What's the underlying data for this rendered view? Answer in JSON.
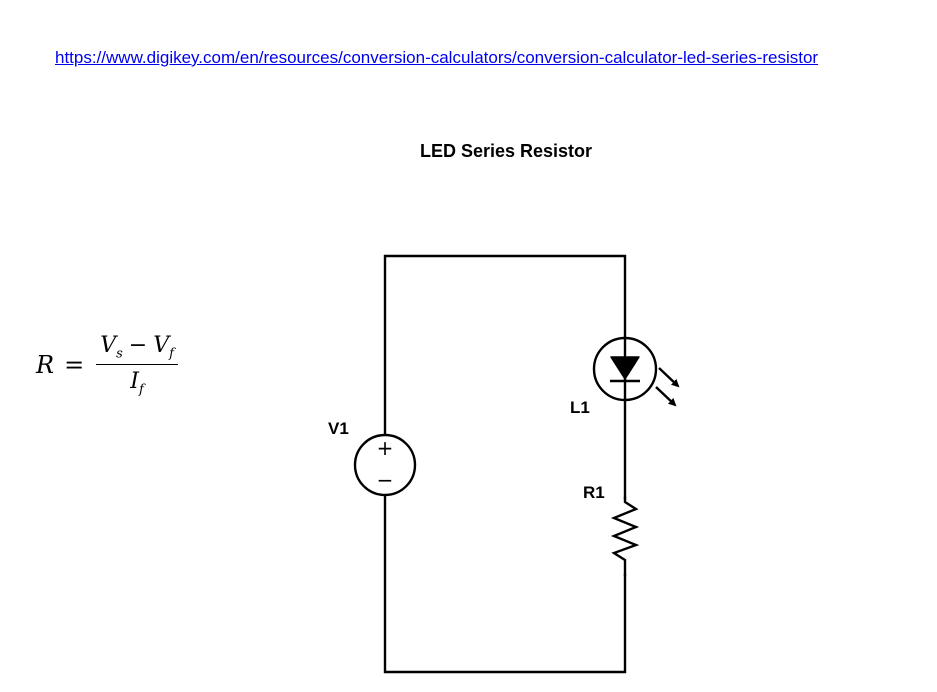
{
  "link": {
    "url_text": "https://www.digikey.com/en/resources/conversion-calculators/conversion-calculator-led-series-resistor"
  },
  "diagram": {
    "title": "LED Series Resistor"
  },
  "formula": {
    "lhs": "R",
    "equals": "=",
    "num_a": "V",
    "num_a_sub": "s",
    "minus": "−",
    "num_b": "V",
    "num_b_sub": "f",
    "den": "I",
    "den_sub": "f"
  },
  "components": {
    "source": {
      "label": "V1",
      "plus": "+",
      "minus": "−"
    },
    "led": {
      "label": "L1"
    },
    "resistor": {
      "label": "R1"
    }
  },
  "colors": {
    "wire": "#000000",
    "link": "#0000ee"
  }
}
